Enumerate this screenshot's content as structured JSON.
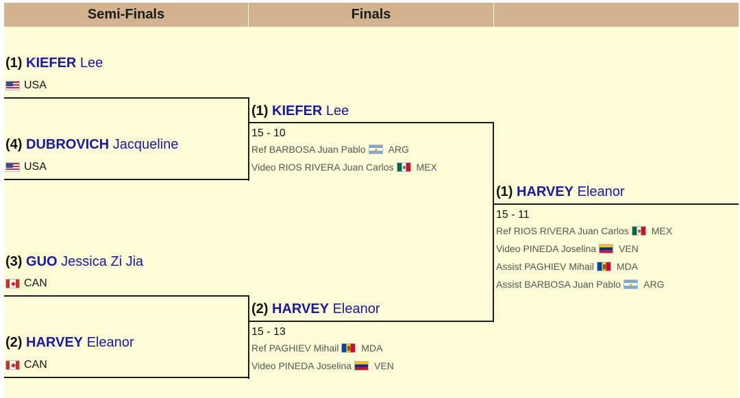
{
  "headers": {
    "semi_finals": "Semi-Finals",
    "finals": "Finals",
    "third": ""
  },
  "colors": {
    "header_bg": "#d1b48e",
    "panel_bg": "#fcfcd7",
    "name_blue": "#1717a8"
  },
  "semi_finals": [
    {
      "seed": "(1)",
      "last": "KIEFER",
      "first": "Lee",
      "country": "USA",
      "flag": "usa"
    },
    {
      "seed": "(4)",
      "last": "DUBROVICH",
      "first": "Jacqueline",
      "country": "USA",
      "flag": "usa"
    },
    {
      "seed": "(3)",
      "last": "GUO",
      "first": "Jessica Zi Jia",
      "country": "CAN",
      "flag": "can"
    },
    {
      "seed": "(2)",
      "last": "HARVEY",
      "first": "Eleanor",
      "country": "CAN",
      "flag": "can"
    }
  ],
  "finals": [
    {
      "seed": "(1)",
      "last": "KIEFER",
      "first": "Lee",
      "score": "15 - 10",
      "officials": [
        {
          "role": "Ref",
          "name": "BARBOSA Juan Pablo",
          "country": "ARG",
          "flag": "arg"
        },
        {
          "role": "Video",
          "name": "RIOS RIVERA Juan Carlos",
          "country": "MEX",
          "flag": "mex"
        }
      ]
    },
    {
      "seed": "(2)",
      "last": "HARVEY",
      "first": "Eleanor",
      "score": "15 - 13",
      "officials": [
        {
          "role": "Ref",
          "name": "PAGHIEV Mihail",
          "country": "MDA",
          "flag": "mda"
        },
        {
          "role": "Video",
          "name": "PINEDA Joselina",
          "country": "VEN",
          "flag": "ven"
        }
      ]
    }
  ],
  "winner": {
    "seed": "(1)",
    "last": "HARVEY",
    "first": "Eleanor",
    "score": "15 - 11",
    "officials": [
      {
        "role": "Ref",
        "name": "RIOS RIVERA Juan Carlos",
        "country": "MEX",
        "flag": "mex"
      },
      {
        "role": "Video",
        "name": "PINEDA Joselina",
        "country": "VEN",
        "flag": "ven"
      },
      {
        "role": "Assist",
        "name": "PAGHIEV Mihail",
        "country": "MDA",
        "flag": "mda"
      },
      {
        "role": "Assist",
        "name": "BARBOSA Juan Pablo",
        "country": "ARG",
        "flag": "arg"
      }
    ]
  }
}
